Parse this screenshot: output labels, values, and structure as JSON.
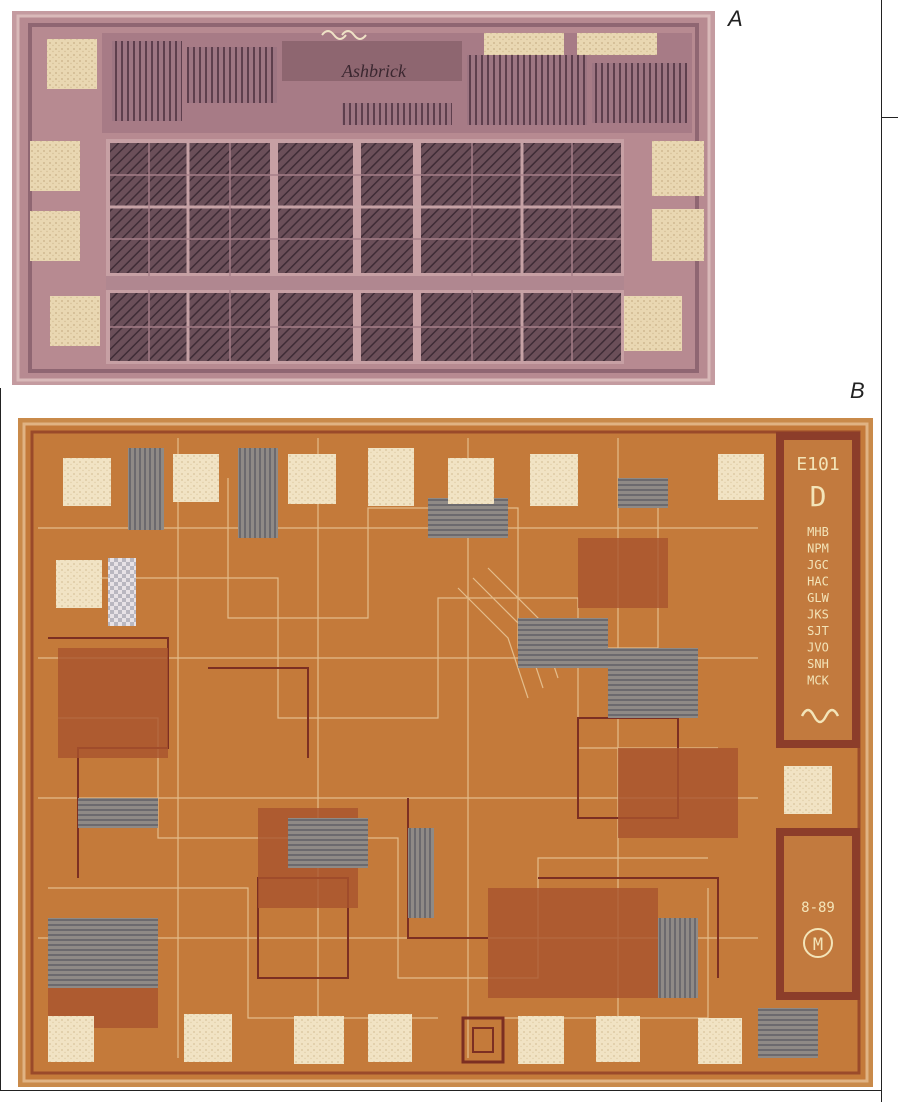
{
  "figure": {
    "label_a": "A",
    "label_b": "B"
  },
  "chip_a": {
    "logo_text": "Ashbrick"
  },
  "chip_b": {
    "part_number": "E101",
    "revision": "D",
    "initials": [
      "MHB",
      "NPM",
      "JGC",
      "HAC",
      "GLW",
      "JKS",
      "SJT",
      "JVO",
      "SNH",
      "MCK"
    ],
    "date_code": "8-89",
    "logo": "M"
  },
  "colors": {
    "chip_a_base": "#b98a8f",
    "chip_a_grid": "#5e4650",
    "chip_b_base": "#c47a3a",
    "chip_b_dark": "#8c3d2a",
    "pad": "#efe2c6"
  }
}
